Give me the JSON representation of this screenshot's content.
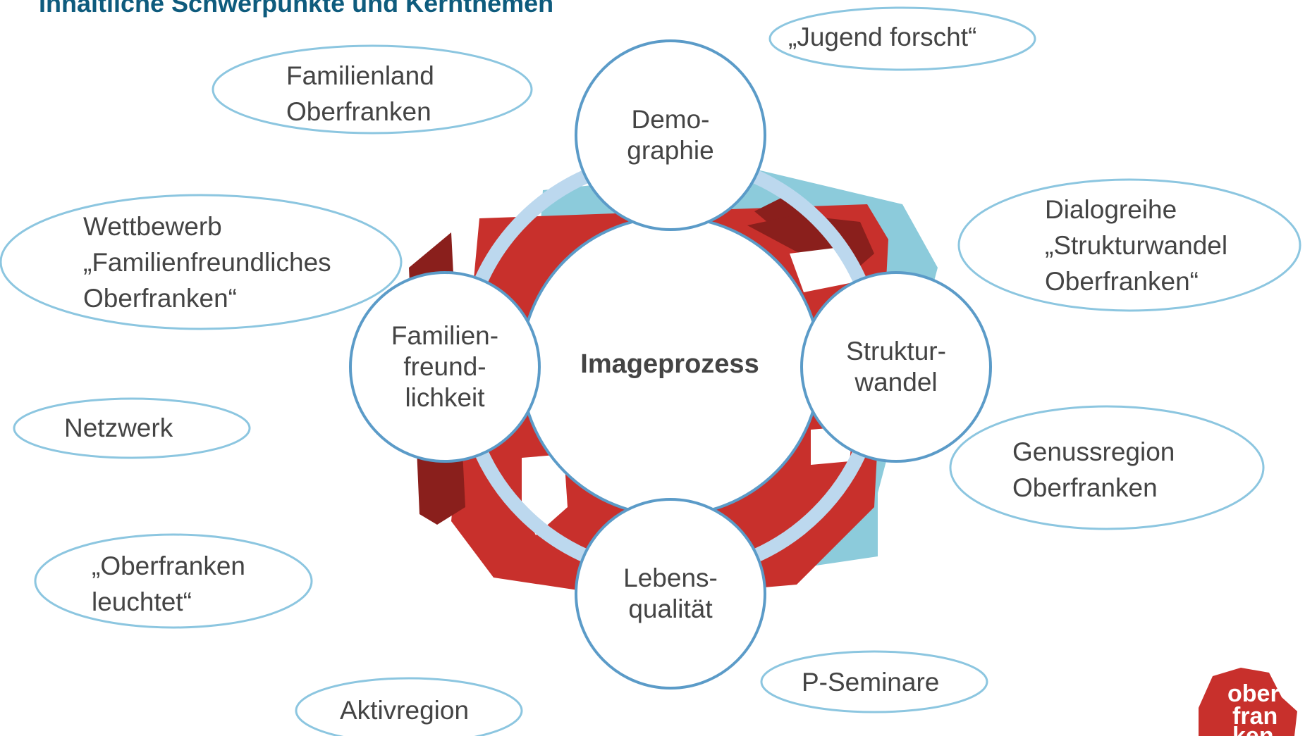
{
  "title": "Inhaltliche Schwerpunkte und Kernthemen",
  "center": {
    "label": "Imageprozess"
  },
  "circles": [
    {
      "key": "demographie",
      "label": "Demo-\ngraphie"
    },
    {
      "key": "strukturwandel",
      "label": "Struktur-\nwandel"
    },
    {
      "key": "lebensqualitaet",
      "label": "Lebens-\nqualität"
    },
    {
      "key": "familienfreundlichkeit",
      "label": "Familien-\nfreund-\nlichkeit"
    }
  ],
  "ovals": [
    {
      "key": "jugend-forscht",
      "label": "„Jugend forscht“"
    },
    {
      "key": "familienland",
      "label": "Familienland\nOberfranken"
    },
    {
      "key": "wettbewerb",
      "label": "Wettbewerb\n„Familienfreundliches\nOberfranken“"
    },
    {
      "key": "dialogreihe",
      "label": "Dialogreihe\n„Strukturwandel\nOberfranken“"
    },
    {
      "key": "netzwerk",
      "label": "Netzwerk"
    },
    {
      "key": "genussregion",
      "label": "Genussregion\nOberfranken"
    },
    {
      "key": "oberfranken-leuchtet",
      "label": "„Oberfranken\nleuchtet“"
    },
    {
      "key": "p-seminare",
      "label": "P-Seminare"
    },
    {
      "key": "aktivregion",
      "label": "Aktivregion"
    }
  ],
  "logo": {
    "text": "ober fran ken"
  },
  "colors": {
    "title": "#0e5b7d",
    "circle_stroke": "#5b9bc8",
    "ring": "#bcd8ee",
    "oval_stroke": "#8cc6e0",
    "brand_red": "#c8302c",
    "brand_dark_red": "#8a1f1c",
    "brand_light_blue": "#8ccbdb"
  }
}
